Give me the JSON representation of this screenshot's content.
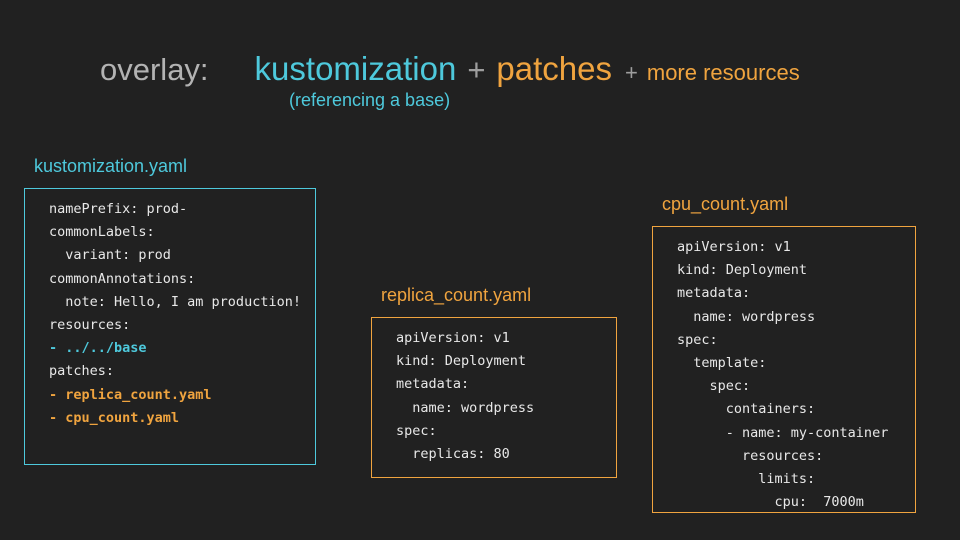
{
  "colors": {
    "background": "#212121",
    "cyan": "#4ec9dc",
    "orange": "#f0a43f",
    "title_gray": "#b3b3b3",
    "plus_gray": "#9e9e9e",
    "code_text": "#e8e8e8"
  },
  "title": {
    "overlay": "overlay:",
    "kustomization": "kustomization",
    "plus1": "+",
    "patches": "patches",
    "plus2": "+",
    "more_resources": "more resources",
    "subtitle": "(referencing a base)"
  },
  "panels": [
    {
      "label": "kustomization.yaml",
      "accent": "cyan",
      "lines": [
        {
          "text": "namePrefix: prod-"
        },
        {
          "text": "commonLabels:"
        },
        {
          "text": "  variant: prod"
        },
        {
          "text": "commonAnnotations:"
        },
        {
          "text": "  note: Hello, I am production!"
        },
        {
          "text": "resources:"
        },
        {
          "text": "- ../../base",
          "hl": "cyan"
        },
        {
          "text": "patches:"
        },
        {
          "text": "- replica_count.yaml",
          "hl": "orange"
        },
        {
          "text": "- cpu_count.yaml",
          "hl": "orange"
        }
      ]
    },
    {
      "label": "replica_count.yaml",
      "accent": "orange",
      "lines": [
        {
          "text": "apiVersion: v1"
        },
        {
          "text": "kind: Deployment"
        },
        {
          "text": "metadata:"
        },
        {
          "text": "  name: wordpress"
        },
        {
          "text": "spec:"
        },
        {
          "text": "  replicas: 80"
        }
      ]
    },
    {
      "label": "cpu_count.yaml",
      "accent": "orange",
      "lines": [
        {
          "text": "apiVersion: v1"
        },
        {
          "text": "kind: Deployment"
        },
        {
          "text": "metadata:"
        },
        {
          "text": "  name: wordpress"
        },
        {
          "text": "spec:"
        },
        {
          "text": "  template:"
        },
        {
          "text": "    spec:"
        },
        {
          "text": "      containers:"
        },
        {
          "text": "      - name: my-container"
        },
        {
          "text": "        resources:"
        },
        {
          "text": "          limits:"
        },
        {
          "text": "            cpu:  7000m"
        }
      ]
    }
  ]
}
